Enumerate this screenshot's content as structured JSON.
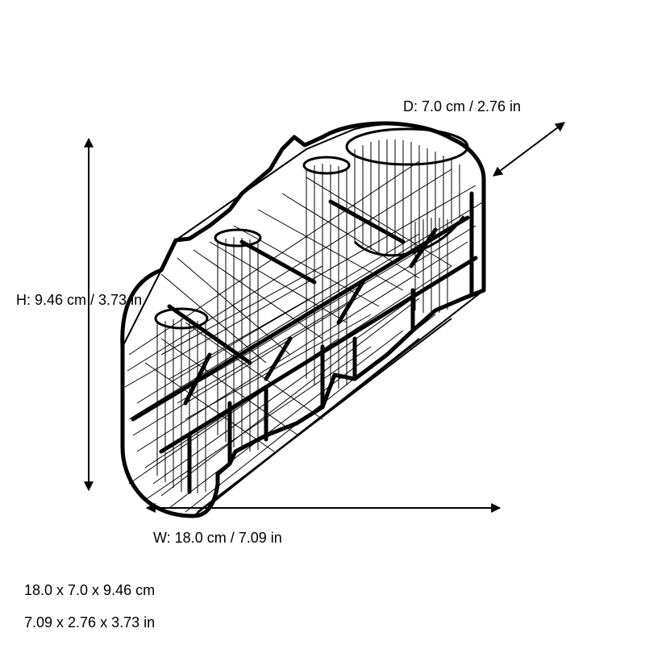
{
  "dimensions": {
    "depth_label": "D: 7.0 cm / 2.76 in",
    "height_label": "H: 9.46 cm / 3.73 in",
    "width_label": "W: 18.0 cm / 7.09 in"
  },
  "summary": {
    "cm": "18.0 x 7.0 x 9.46 cm",
    "in": "7.09 x 2.76 x 3.73 in"
  },
  "colors": {
    "line": "#000000",
    "background": "#ffffff"
  }
}
